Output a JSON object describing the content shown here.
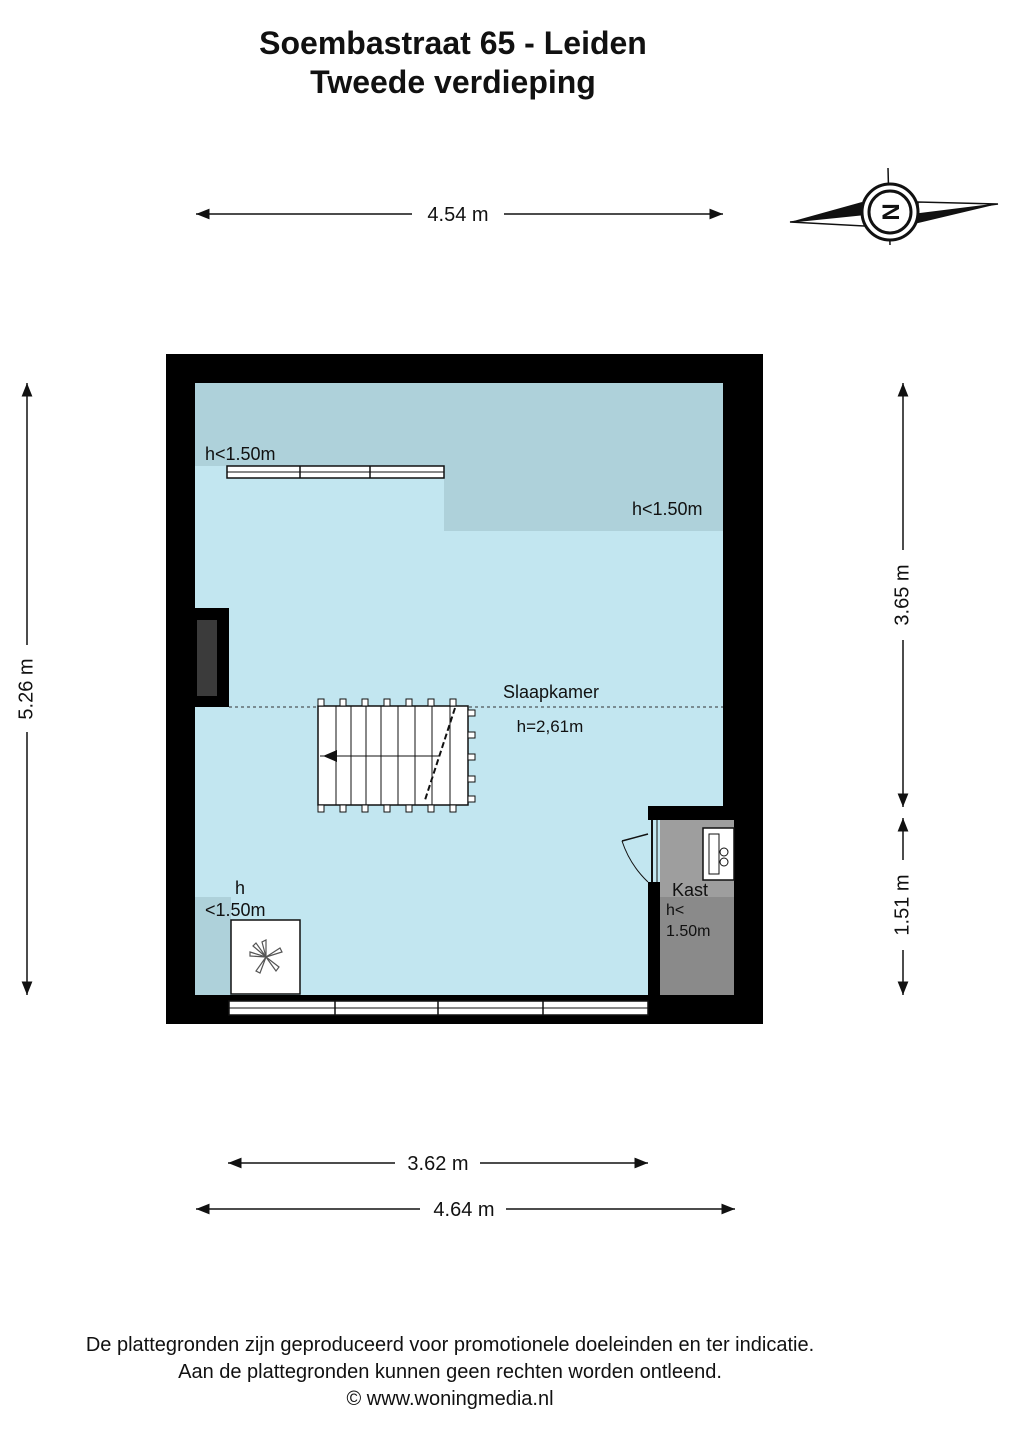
{
  "header": {
    "title": "Soembastraat 65 - Leiden",
    "subtitle": "Tweede verdieping"
  },
  "compass": {
    "letter": "N"
  },
  "dimensions": {
    "top_width": "4.54 m",
    "left_height": "5.26 m",
    "right_upper": "3.65 m",
    "right_lower": "1.51 m",
    "bottom_inner": "3.62 m",
    "bottom_outer": "4.64 m"
  },
  "rooms": {
    "main": {
      "name": "Slaapkamer",
      "height": "h=2,61m"
    },
    "kast": {
      "name": "Kast",
      "height_line1": "h<",
      "height_line2": "1.50m"
    },
    "low_zone_top_left": "h<1.50m",
    "low_zone_top_right": "h<1.50m",
    "low_zone_bottom_left_line1": "h",
    "low_zone_bottom_left_line2": "<1.50m"
  },
  "colors": {
    "wall": "#000000",
    "room_fill": "#c2e6f0",
    "low_zone_fill": "#aed1da",
    "kast_fill": "#9e9e9e",
    "kast_low_fill": "#8a8a8a"
  },
  "footer": {
    "line1": "De plattegronden zijn geproduceerd voor promotionele doeleinden en ter indicatie.",
    "line2": "Aan de plattegronden kunnen geen rechten worden ontleend.",
    "line3": "© www.woningmedia.nl"
  }
}
